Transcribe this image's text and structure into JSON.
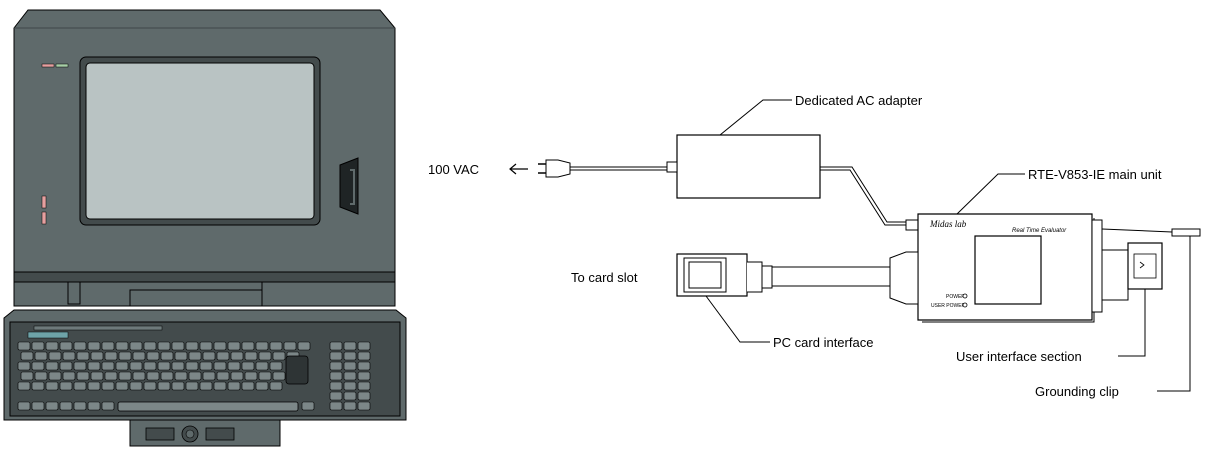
{
  "labels": {
    "ac_adapter": "Dedicated AC adapter",
    "vac": "100 VAC",
    "main_unit": "RTE-V853-IE main unit",
    "card_slot": "To card slot",
    "pc_card": "PC card interface",
    "user_if": "User interface section",
    "grounding": "Grounding clip"
  },
  "unit": {
    "brand": "Midas lab",
    "subtitle": "Real Time Evaluator",
    "power": "POWER",
    "user_power": "USER POWER"
  },
  "colors": {
    "laptop_body": "#5f6a6b",
    "laptop_dark": "#434b4c",
    "screen": "#b9c3c3",
    "key": "#7c8788",
    "line": "#000000"
  },
  "icons": {
    "arrow": "left-arrow-icon",
    "plug": "ac-plug-icon"
  }
}
